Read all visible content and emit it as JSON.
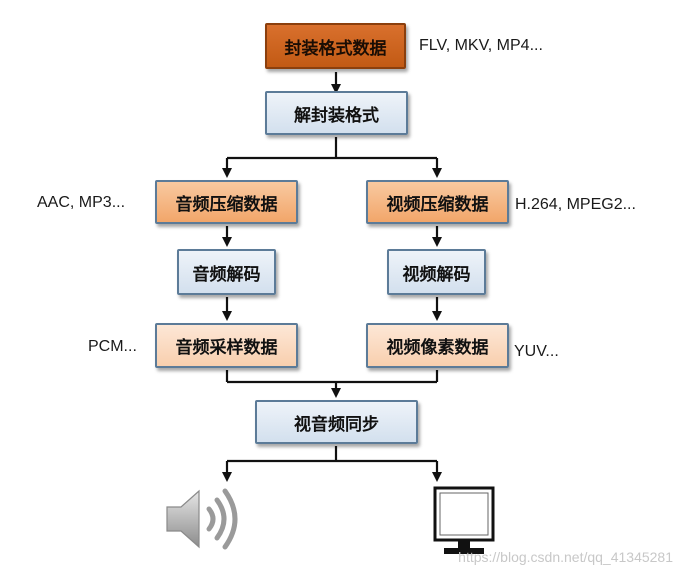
{
  "nodes": {
    "container_data": "封装格式数据",
    "demux": "解封装格式",
    "audio_compressed": "音频压缩数据",
    "video_compressed": "视频压缩数据",
    "audio_decode": "音频解码",
    "video_decode": "视频解码",
    "audio_raw": "音频采样数据",
    "video_raw": "视频像素数据",
    "av_sync": "视音频同步"
  },
  "notes": {
    "container_formats": "FLV, MKV, MP4...",
    "audio_codecs": "AAC, MP3...",
    "video_codecs": "H.264, MPEG2...",
    "audio_raw_formats": "PCM...",
    "video_raw_formats": "YUV..."
  },
  "outputs": {
    "speaker_icon": "speaker-icon",
    "monitor_icon": "monitor-icon"
  },
  "watermark": "https://blog.csdn.net/qq_41345281",
  "colors": {
    "dark_orange": "#c25a14",
    "orange": "#f2a66a",
    "light_orange": "#fde7d6",
    "blue": "#d3e0ee",
    "border": "#5c7b98",
    "arrow": "#111111"
  }
}
